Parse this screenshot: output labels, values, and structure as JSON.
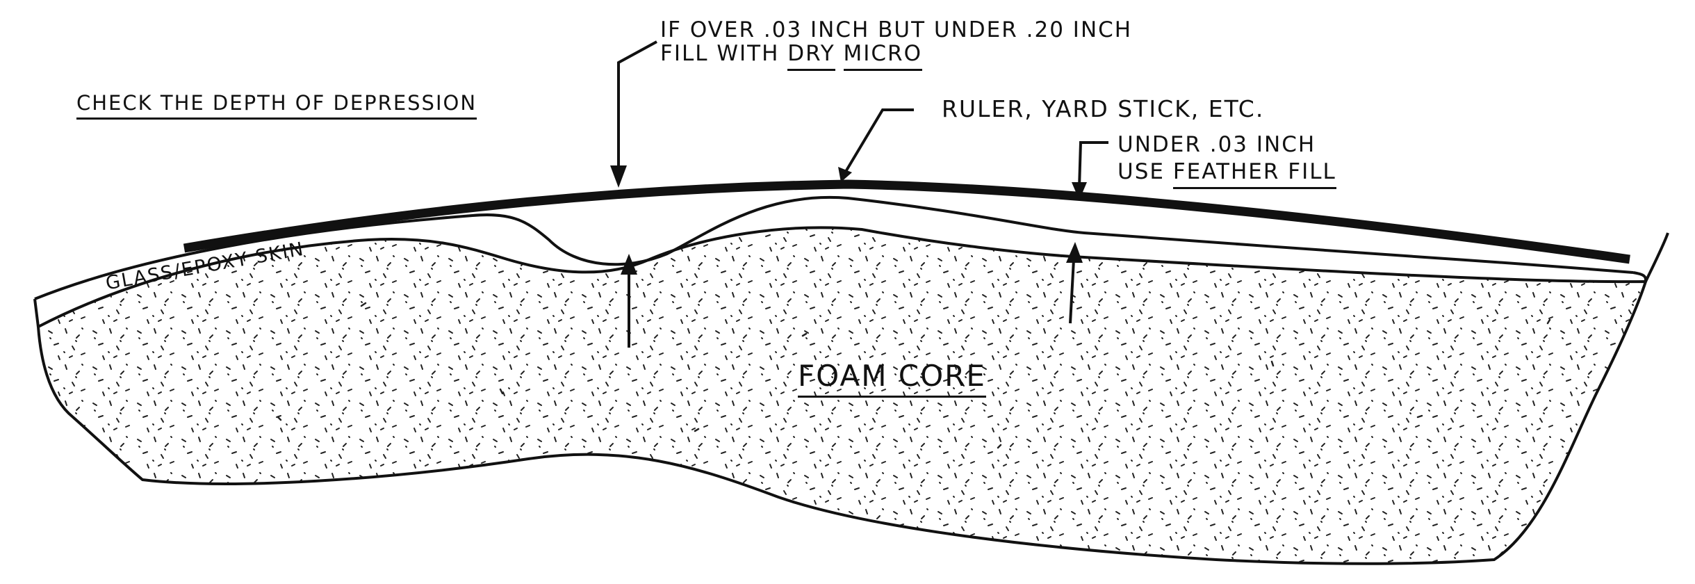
{
  "labels": {
    "check_depth": "CHECK THE DEPTH OF DEPRESSION",
    "dry_micro_line1": "IF OVER  .03 INCH BUT UNDER .20 INCH",
    "dry_micro_prefix": "FILL WITH",
    "dry_micro_word1": "DRY",
    "dry_micro_word2": "MICRO",
    "ruler": "RULER, YARD STICK, ETC.",
    "feather_line1": "UNDER .03 INCH",
    "feather_prefix": "USE",
    "feather_fill": "FEATHER FILL",
    "skin": "GLASS/EPOXY  SKIN",
    "foam": "FOAM CORE"
  },
  "colors": {
    "ink": "#111111",
    "background": "#ffffff"
  }
}
